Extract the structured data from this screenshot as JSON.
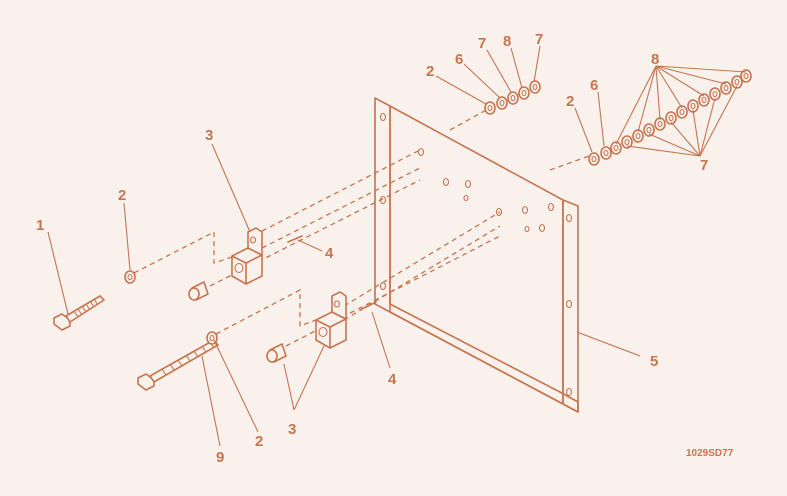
{
  "callouts": {
    "c1": "1",
    "c2a": "2",
    "c2b": "2",
    "c2c": "2",
    "c2d": "2",
    "c3a": "3",
    "c3b": "3",
    "c4a": "4",
    "c4b": "4",
    "c5": "5",
    "c6a": "6",
    "c6b": "6",
    "c7a": "7",
    "c7b": "7",
    "c7c": "7",
    "c8a": "8",
    "c8b": "8",
    "c9": "9"
  },
  "drawing_code": "1029SD77",
  "colors": {
    "line": "#c8744f",
    "background": "#f8f1ec"
  }
}
